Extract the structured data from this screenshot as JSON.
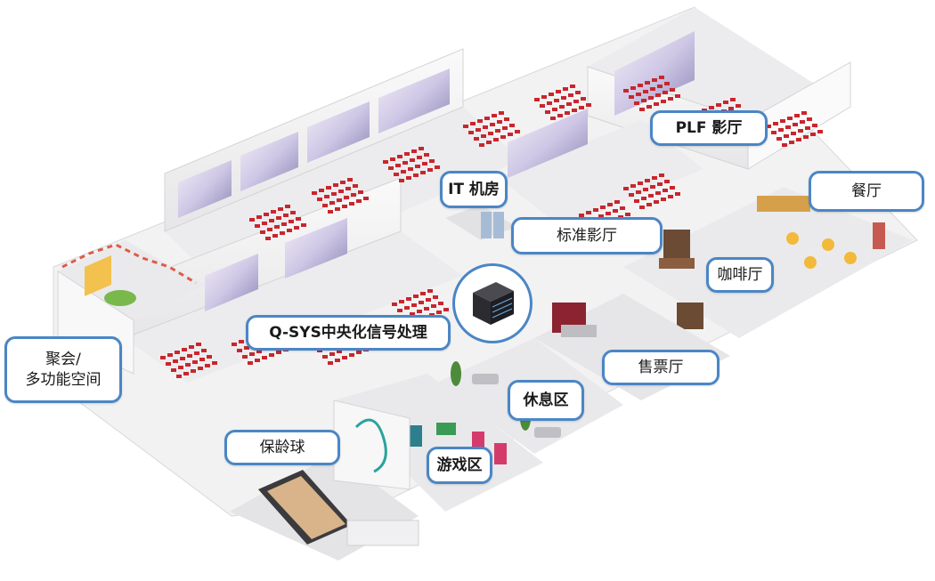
{
  "colors": {
    "accent_border": "#4a86c5",
    "floor": "#e9e9ea",
    "wall": "#f6f6f7",
    "seat": "#c8262d",
    "screen": "#cfc8e6"
  },
  "labels": {
    "plf_cinema": "PLF 影厅",
    "restaurant": "餐厅",
    "it_room": "IT 机房",
    "standard_cinema": "标准影厅",
    "cafe": "咖啡厅",
    "party_line1": "聚会/",
    "party_line2": "多功能空间",
    "qsys": "Q-SYS中央化信号处理",
    "ticket_office": "售票厅",
    "lounge": "休息区",
    "bowling": "保龄球",
    "game_area": "游戏区"
  },
  "icons": {
    "central_processor": "server-rack-icon"
  }
}
